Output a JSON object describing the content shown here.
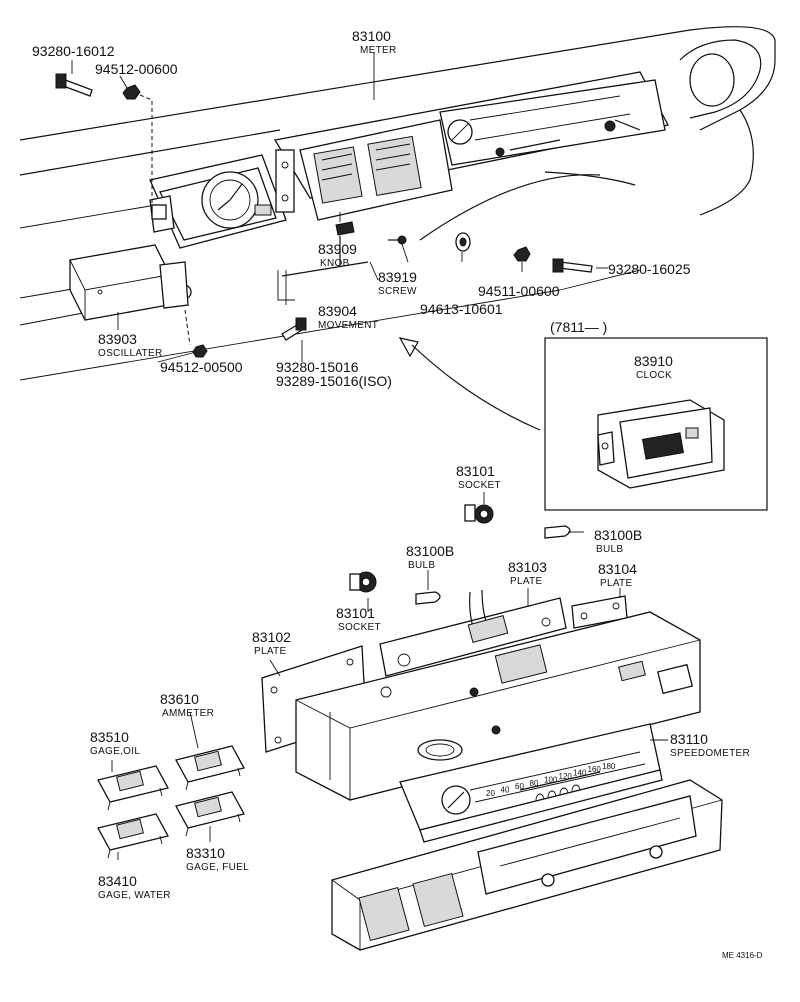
{
  "callouts": {
    "meter": {
      "number": "83100",
      "name": "METER"
    },
    "bolt_left": {
      "number": "93280-16012"
    },
    "nut_left": {
      "number": "94512-00600"
    },
    "knob": {
      "number": "83909",
      "name": "KNOB"
    },
    "screw": {
      "number": "83919",
      "name": "SCREW"
    },
    "movement": {
      "number": "83904",
      "name": "MOVEMENT"
    },
    "oscillater": {
      "number": "83903",
      "name": "OSCILLATER"
    },
    "nut_bottom": {
      "number": "94512-00500"
    },
    "bolt_lower": {
      "number": "93280-15016",
      "alt_number": "93289-15016(ISO)"
    },
    "washer": {
      "number": "94613-10601"
    },
    "nut_right": {
      "number": "94511-00600"
    },
    "bolt_right": {
      "number": "93280-16025"
    },
    "clock_range": {
      "label": "(7811—      )"
    },
    "clock": {
      "number": "83910",
      "name": "CLOCK"
    },
    "socket_top": {
      "number": "83101",
      "name": "SOCKET"
    },
    "bulb_right": {
      "number": "83100B",
      "name": "BULB"
    },
    "bulb_left": {
      "number": "83100B",
      "name": "BULB"
    },
    "socket_left": {
      "number": "83101",
      "name": "SOCKET"
    },
    "plate_center": {
      "number": "83103",
      "name": "PLATE"
    },
    "plate_right": {
      "number": "83104",
      "name": "PLATE"
    },
    "plate_left": {
      "number": "83102",
      "name": "PLATE"
    },
    "ammeter": {
      "number": "83610",
      "name": "AMMETER"
    },
    "gage_oil": {
      "number": "83510",
      "name": "GAGE,OIL"
    },
    "speedometer": {
      "number": "83110",
      "name": "SPEEDOMETER"
    },
    "gage_fuel": {
      "number": "83310",
      "name": "GAGE, FUEL"
    },
    "gage_water": {
      "number": "83410",
      "name": "GAGE, WATER"
    }
  },
  "speedometer_scale": [
    "20",
    "40",
    "60",
    "80",
    "100",
    "120",
    "140",
    "160",
    "180"
  ],
  "footer": {
    "code": "ME 4316-D"
  }
}
